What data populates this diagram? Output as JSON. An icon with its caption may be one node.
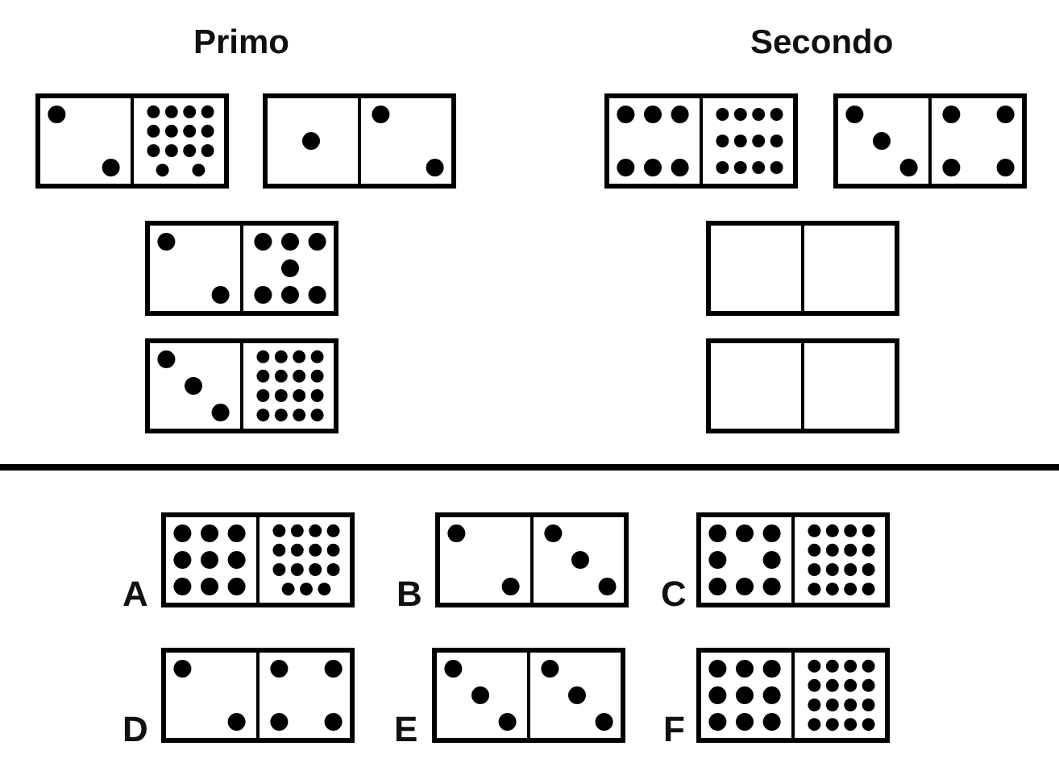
{
  "diagram": {
    "labels": [
      "Primo",
      "Secondo",
      "A",
      "B",
      "C",
      "D",
      "E",
      "F"
    ]
  }
}
